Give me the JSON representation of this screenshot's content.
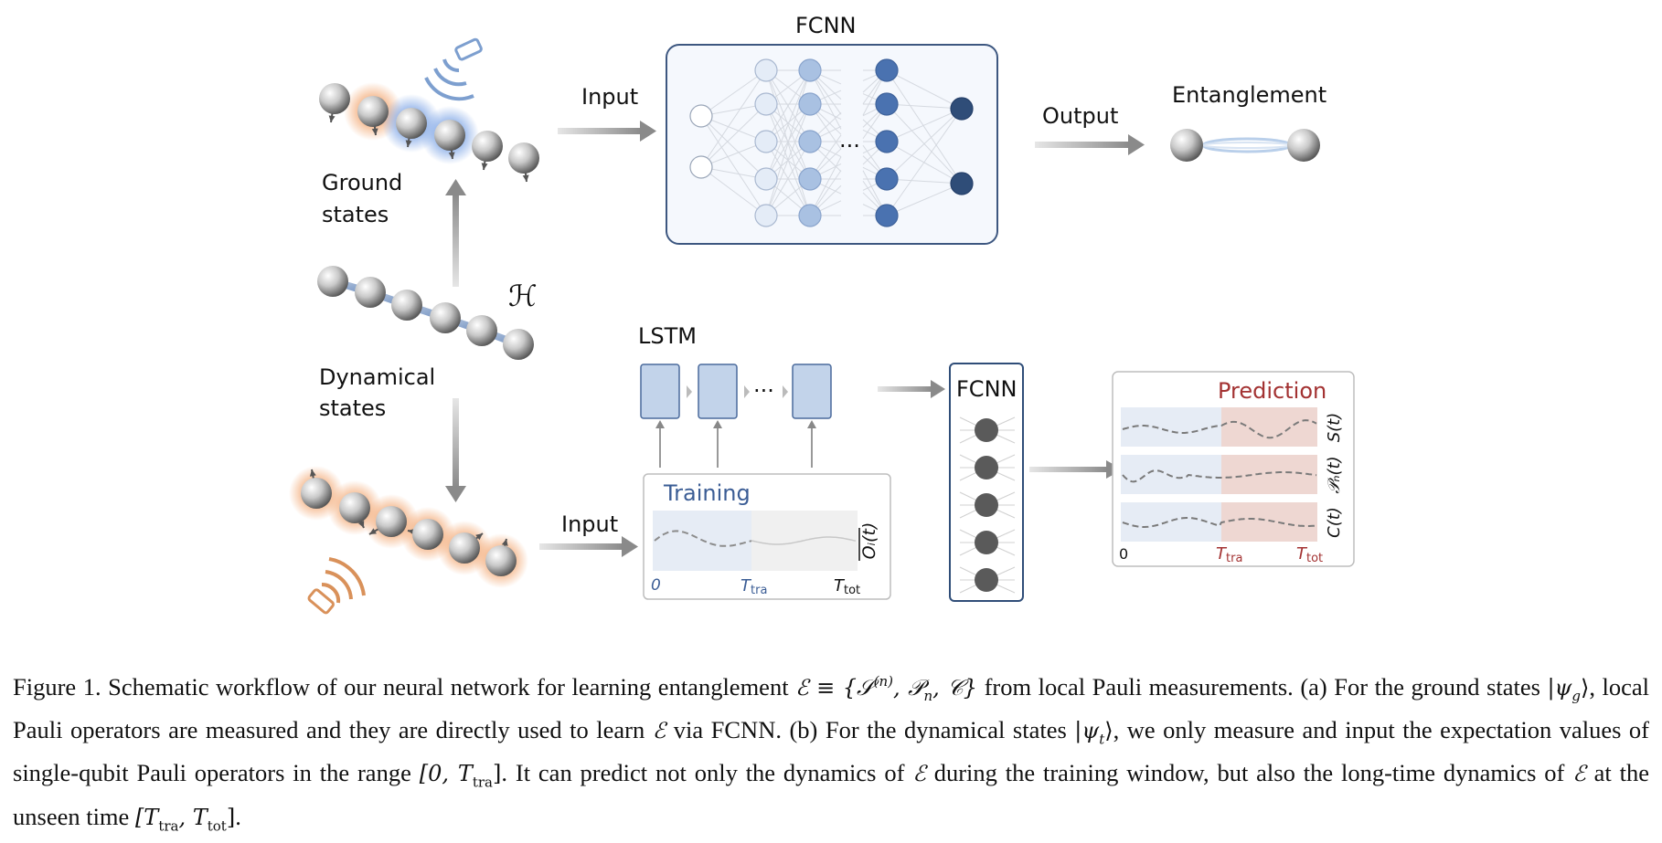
{
  "panel_a": {
    "ground_label_1": "Ground",
    "ground_label_2": "states",
    "input_label": "Input",
    "fcnn_title": "FCNN",
    "output_label": "Output",
    "entanglement_label": "Entanglement",
    "ellipsis": "···"
  },
  "hamiltonian_symbol": "ℋ",
  "panel_b": {
    "dynamical_label_1": "Dynamical",
    "dynamical_label_2": "states",
    "lstm_title": "LSTM",
    "lstm_ellipsis": "···",
    "input_label": "Input",
    "training_title": "Training",
    "training_axis": {
      "start": "0",
      "t_tra": "T",
      "t_tra_sub": "tra",
      "t_tot": "T",
      "t_tot_sub": "tot"
    },
    "training_ylabel": "Oᵢ(t)",
    "fcnn_title": "FCNN",
    "prediction_title": "Prediction",
    "prediction_rows": [
      "S(t)",
      "𝒫ₙ(t)",
      "C(t)"
    ],
    "prediction_axis": {
      "start": "0",
      "t_tra": "T",
      "t_tra_sub": "tra",
      "t_tot": "T",
      "t_tot_sub": "tot"
    }
  },
  "colors": {
    "blue_dark": "#2f4d78",
    "blue_mid": "#4a72b0",
    "blue_light": "#c2d3ea",
    "orange_glow": "#f2a36b",
    "red_title": "#a33232",
    "pink_shade": "#eed7d2",
    "blue_shade": "#e6ecf5"
  },
  "caption": {
    "p1": "Figure 1. Schematic workflow of our neural network for learning entanglement ",
    "m1": "ℰ ≡ {𝒮",
    "m1_sup": "(n)",
    "m1b": ", 𝒫",
    "m1b_sub": "n",
    "m1c": ", 𝒞}",
    "p2": " from local Pauli measurements. (a) For the ground states ",
    "m2": "|ψ",
    "m2_sub": "g",
    "m2b": "⟩",
    "p3": ", local Pauli operators are measured and they are directly used to learn ",
    "m3": "ℰ",
    "p4": " via FCNN. (b) For the dynamical states ",
    "m4": "|ψ",
    "m4_sub": "t",
    "m4b": "⟩",
    "p5": ", we only measure and input the expectation values of single-qubit Pauli operators in the range ",
    "m5": "[0, T",
    "m5_sub": "tra",
    "m5b": "]",
    "p6": ". It can predict not only the dynamics of ",
    "m6": "ℰ",
    "p7": " during the training window, but also the long-time dynamics of ",
    "m7": "ℰ",
    "p8": " at the unseen time ",
    "m8": "[T",
    "m8_sub": "tra",
    "m8b": ", T",
    "m8b_sub": "tot",
    "m8c": "]",
    "p9": "."
  }
}
